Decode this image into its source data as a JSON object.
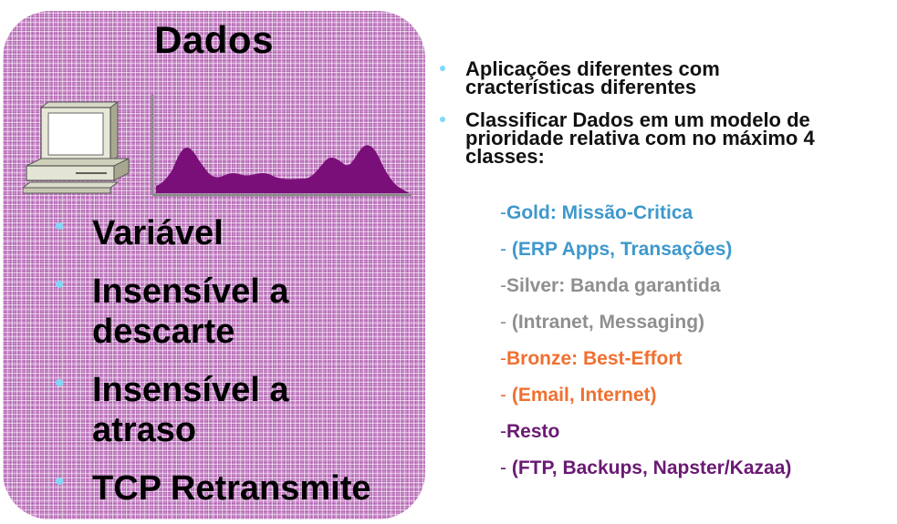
{
  "card": {
    "title": "Dados",
    "bullets": [
      "Variável",
      "Insensível a",
      "descarte",
      "Insensível a",
      "atraso",
      "TCP Retransmite"
    ]
  },
  "right": {
    "bullet1": [
      "Aplicações diferentes com",
      "cracterísticas diferentes"
    ],
    "bullet2": [
      "Classificar Dados em um modelo de",
      "prioridade relativa com no máximo 4",
      "classes:"
    ]
  },
  "classes": [
    {
      "prefix": "-",
      "text": "Gold: Missão-Critica",
      "color": "gold"
    },
    {
      "prefix": "- ",
      "text": "(ERP Apps, Transações)",
      "color": "gold"
    },
    {
      "prefix": "-",
      "text": "Silver: Banda garantida",
      "color": "silver"
    },
    {
      "prefix": "- ",
      "text": "(Intranet, Messaging)",
      "color": "silver"
    },
    {
      "prefix": "-",
      "text": "Bronze: Best-Effort",
      "color": "bronze"
    },
    {
      "prefix": "- ",
      "text": "(Email, Internet)",
      "color": "bronze"
    },
    {
      "prefix": "-",
      "text": "Resto",
      "color": "resto"
    },
    {
      "prefix": "- ",
      "text": "(FTP, Backups, Napster/Kazaa)",
      "color": "resto"
    }
  ],
  "colors": {
    "card_fill": "#cf8fcf",
    "bullet_dot": "#7fd8f8",
    "gold": "#3e98cc",
    "silver": "#8f8f8f",
    "bronze": "#f07030",
    "resto": "#6a1a73",
    "traffic_fill": "#7a0f7a"
  }
}
